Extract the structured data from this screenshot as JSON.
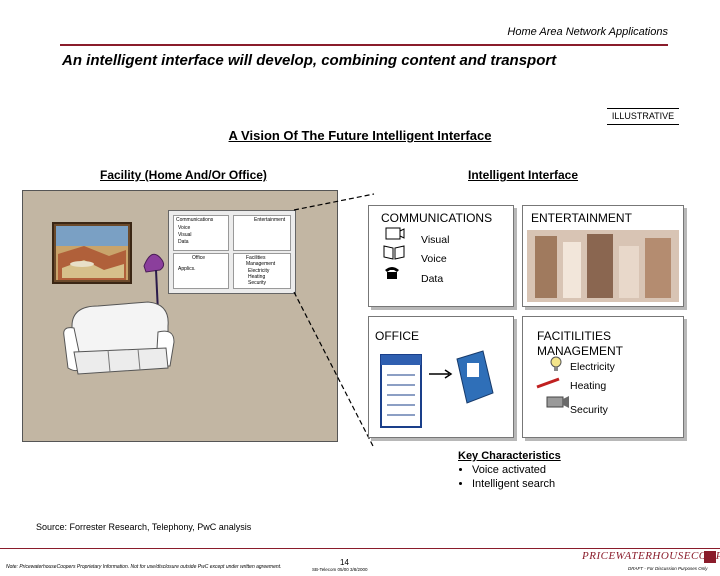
{
  "header": {
    "section_title": "Home Area Network Applications",
    "main_title": "An intelligent interface will develop, combining content and transport",
    "illustrative": "ILLUSTRATIVE",
    "vision_title": "A Vision Of The Future Intelligent Interface"
  },
  "left": {
    "title": "Facility (Home And/Or Office)",
    "panel": {
      "communications": "Communications",
      "comm_items": [
        "Voice",
        "Visual",
        "Data"
      ],
      "entertainment": "Entertainment",
      "office": "Office",
      "applics": "Applics.",
      "facilities": "Facilities Management",
      "fac_items": [
        "Electricity",
        "Heating",
        "Security"
      ]
    }
  },
  "right": {
    "title": "Intelligent Interface",
    "communications": {
      "title": "COMMUNICATIONS",
      "items": [
        "Visual",
        "Voice",
        "Data"
      ]
    },
    "entertainment": {
      "title": "ENTERTAINMENT"
    },
    "office": {
      "title": "OFFICE"
    },
    "facilities": {
      "title_line1": "FACITILITIES",
      "title_line2": "MANAGEMENT",
      "items": [
        "Electricity",
        "Heating",
        "Security"
      ]
    }
  },
  "key_characteristics": {
    "title": "Key Characteristics",
    "items": [
      "Voice activated",
      "Intelligent search"
    ]
  },
  "footer": {
    "source": "Source: Forrester Research, Telephony, PwC analysis",
    "note": "Note: PricewaterhouseCoopers Proprietary Information. Not for use/disclosure outside PwC except under written agreement.",
    "page": "14",
    "tracking": "SB-Telecom 05/00 3/8/2000",
    "brand": "PRICEWATERHOUSECOOPERS",
    "draft": "DRAFT - For Discussion Purposes Only"
  },
  "colors": {
    "accent": "#8a1c2b",
    "room_wall": "#c2b6a3",
    "lamp": "#8b3f9c"
  }
}
